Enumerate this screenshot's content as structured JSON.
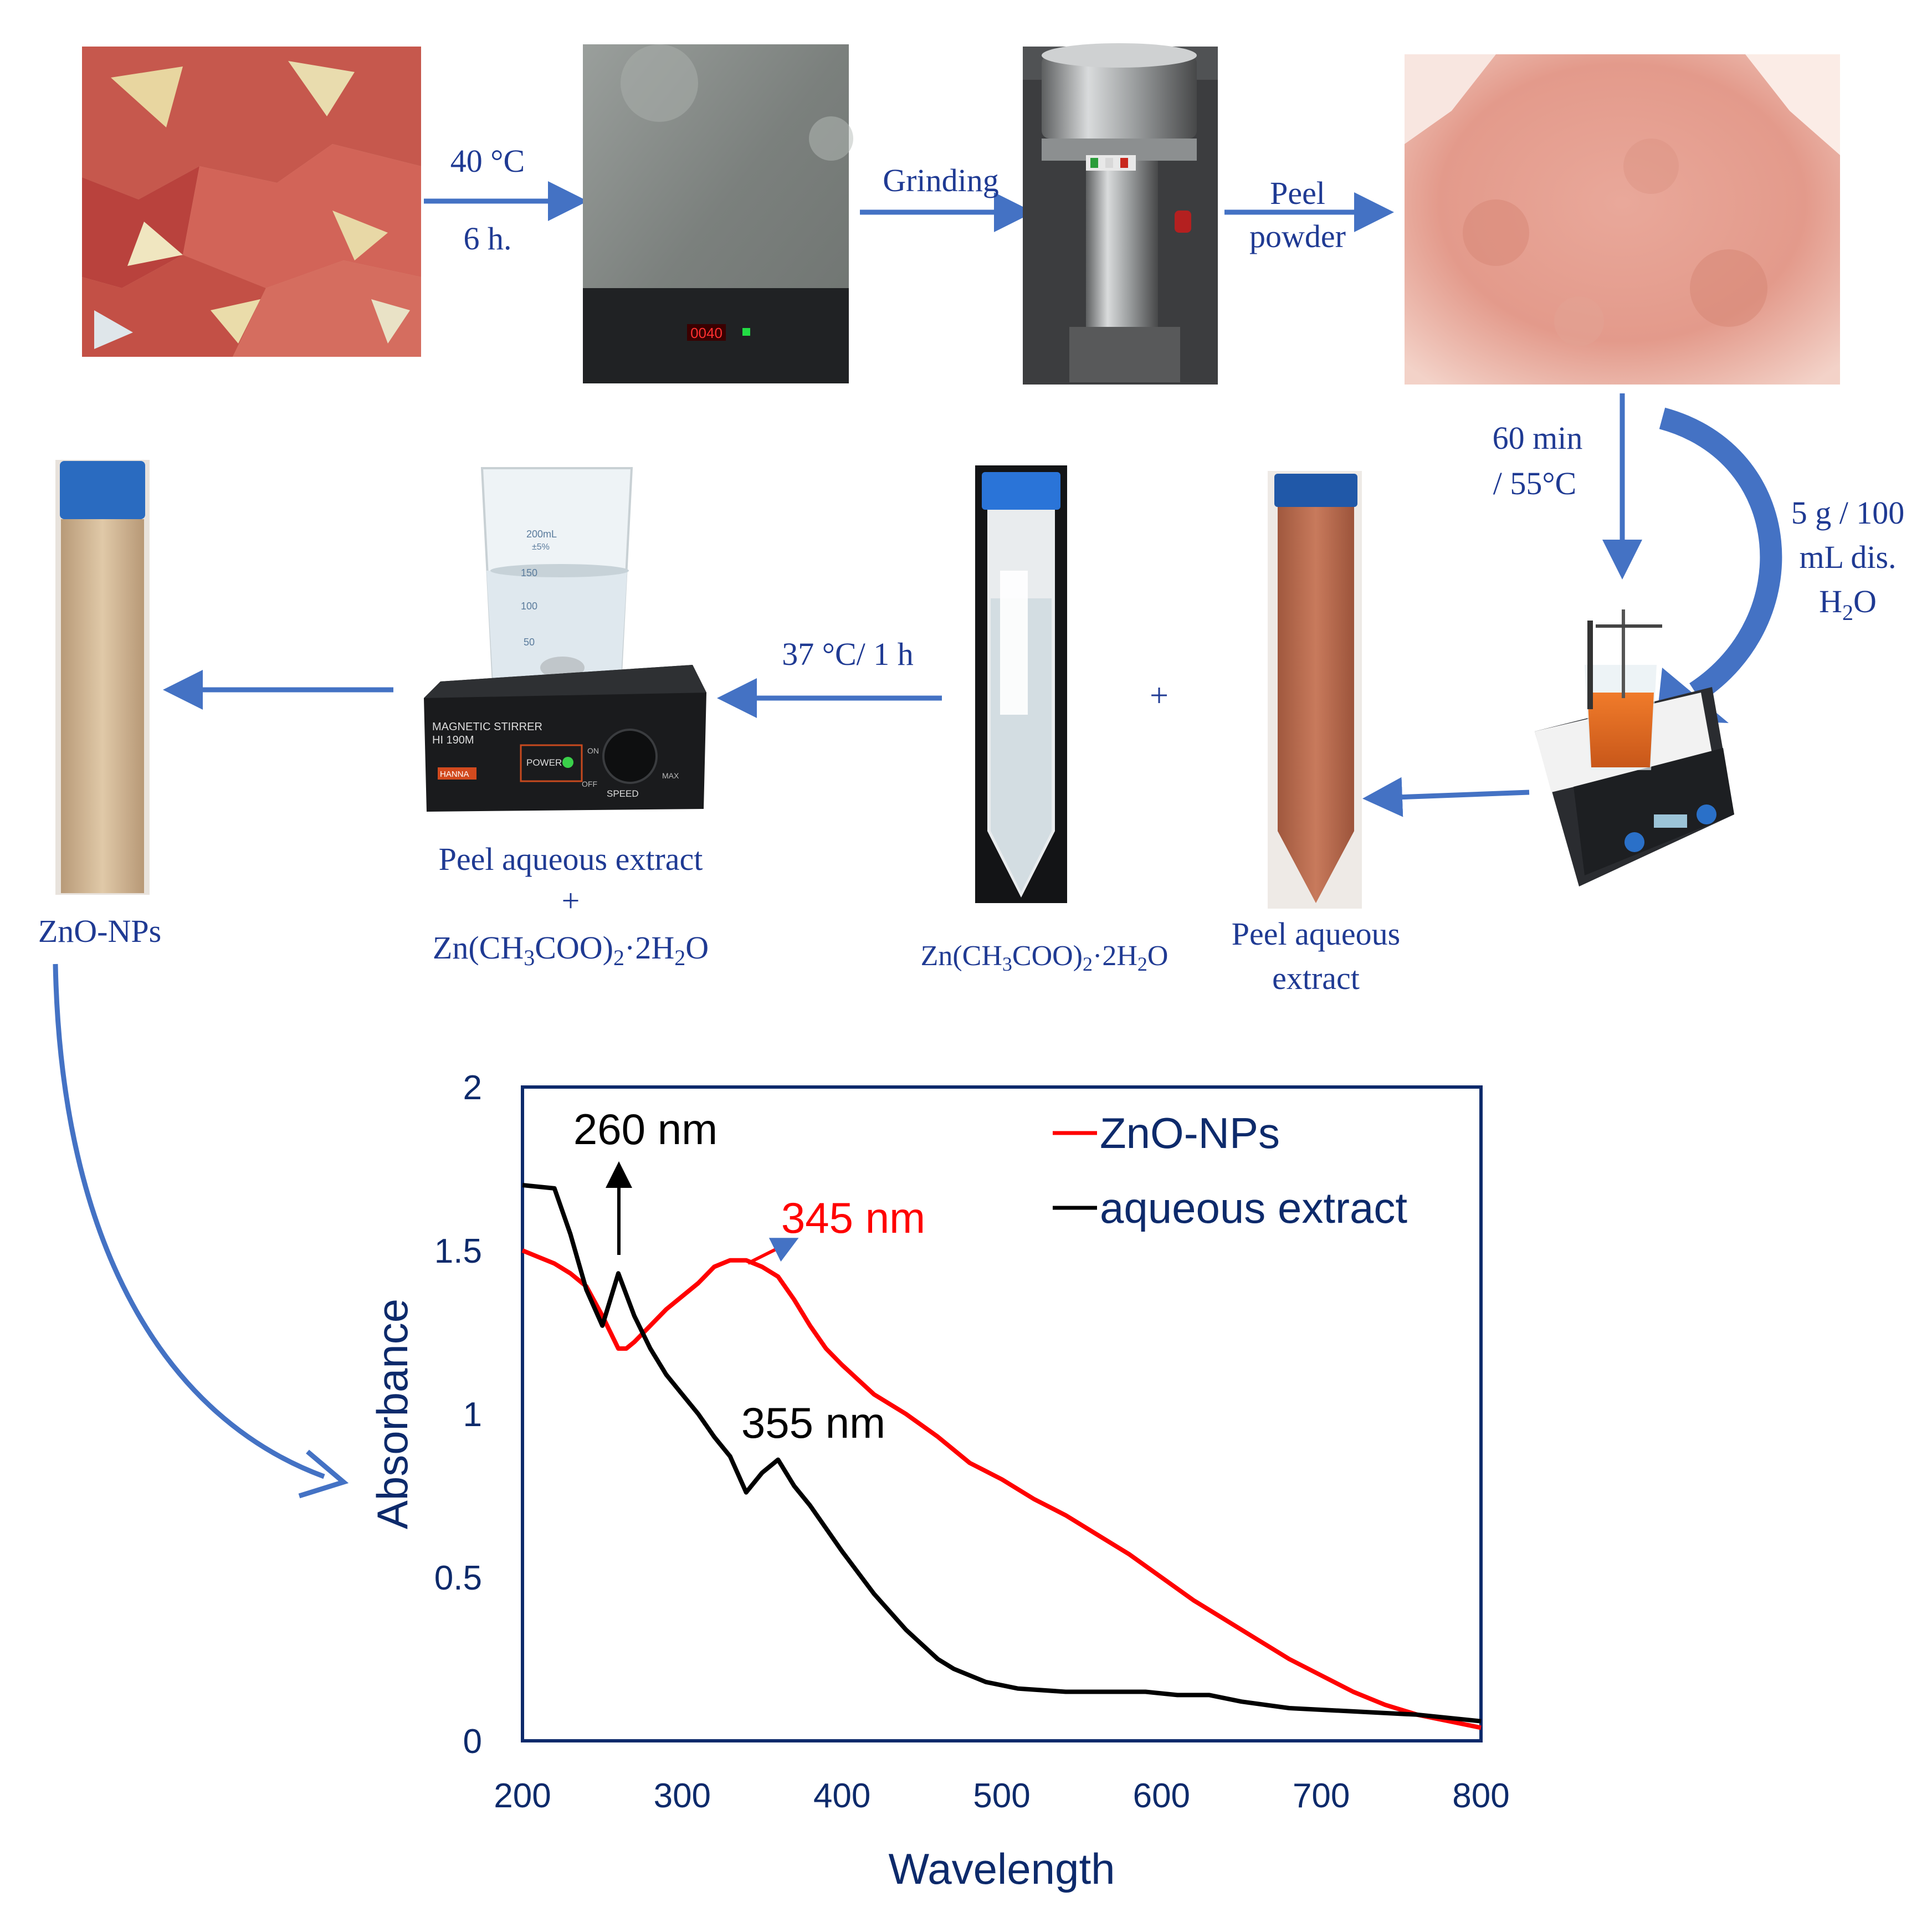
{
  "colors": {
    "arrow": "#4472C4",
    "label": "#1F3A93",
    "axis": "#0D2A6B",
    "zno": "#FF0000",
    "extract": "#000000"
  },
  "photos": {
    "peels": "pomegranate-peels-photo",
    "oven": "drying-oven-photo",
    "grinder": "grinder-photo",
    "powder": "peel-powder-photo",
    "hotplate": "hotplate-stirrer-photo",
    "extract_tube": "peel-extract-tube-photo",
    "zinc_tube": "zinc-acetate-tube-photo",
    "magnetic_stirrer": "magnetic-stirrer-photo",
    "zno_tube": "zno-nps-tube-photo"
  },
  "steps": {
    "drying_temp": "40 °C",
    "drying_time": "6 h.",
    "grinding": "Grinding",
    "peel_powder_1": "Peel",
    "peel_powder_2": "powder",
    "heat_time": "60 min",
    "heat_temp": "/ 55°C",
    "ratio_1": "5 g / 100",
    "ratio_2": "mL dis.",
    "ratio_3_base": "H",
    "ratio_3_sub": "2",
    "ratio_3_tail": "O",
    "plus": "+",
    "stir_cond": "37 °C/ 1 h",
    "extract_label_1": "Peel aqueous",
    "extract_label_2": "extract",
    "zinc_label": "Zn(CH3COO)2·2H2O",
    "mix_label_1": "Peel aqueous extract",
    "mix_plus": "+",
    "mix_label_3": "Zn(CH3COO)2·2H2O",
    "zno_label": "ZnO-NPs"
  },
  "photo_text": {
    "stirrer_brand": "MAGNETIC STIRRER",
    "stirrer_model": "HI 190M",
    "stirrer_power": "POWER",
    "stirrer_speed": "SPEED",
    "stirrer_off": "OFF",
    "stirrer_on": "ON",
    "stirrer_max": "MAX",
    "maker": "HANNA",
    "beaker_200": "200mL",
    "beaker_pm": "±5%",
    "beaker_150": "150",
    "beaker_100": "100",
    "beaker_50": "50",
    "oven_display": "0040"
  },
  "chart_data": {
    "type": "line",
    "xlabel": "Wavelength",
    "ylabel": "Absorbance",
    "xlim": [
      200,
      800
    ],
    "ylim": [
      0,
      2
    ],
    "xticks": [
      "200",
      "300",
      "400",
      "500",
      "600",
      "700",
      "800"
    ],
    "yticks": [
      "0",
      "0.5",
      "1",
      "1.5",
      "2"
    ],
    "grid": false,
    "legend_position": "top-right",
    "series": [
      {
        "name": "ZnO-NPs",
        "color": "#FF0000",
        "x": [
          200,
          210,
          220,
          230,
          240,
          250,
          255,
          260,
          265,
          270,
          280,
          290,
          300,
          310,
          320,
          330,
          340,
          350,
          360,
          370,
          380,
          390,
          400,
          420,
          440,
          460,
          480,
          500,
          520,
          540,
          560,
          580,
          600,
          620,
          640,
          660,
          680,
          700,
          720,
          740,
          760,
          780,
          800
        ],
        "y": [
          1.5,
          1.48,
          1.46,
          1.43,
          1.39,
          1.3,
          1.25,
          1.2,
          1.2,
          1.22,
          1.27,
          1.32,
          1.36,
          1.4,
          1.45,
          1.47,
          1.47,
          1.45,
          1.42,
          1.35,
          1.27,
          1.2,
          1.15,
          1.06,
          1.0,
          0.93,
          0.85,
          0.8,
          0.74,
          0.69,
          0.63,
          0.57,
          0.5,
          0.43,
          0.37,
          0.31,
          0.25,
          0.2,
          0.15,
          0.11,
          0.08,
          0.06,
          0.04
        ]
      },
      {
        "name": "aqueous extract",
        "color": "#000000",
        "x": [
          200,
          220,
          230,
          240,
          250,
          260,
          270,
          280,
          290,
          300,
          310,
          320,
          330,
          340,
          350,
          355,
          360,
          370,
          380,
          400,
          420,
          440,
          460,
          470,
          490,
          510,
          540,
          560,
          590,
          610,
          630,
          650,
          680,
          720,
          760,
          800
        ],
        "y": [
          1.7,
          1.69,
          1.55,
          1.38,
          1.27,
          1.43,
          1.3,
          1.2,
          1.12,
          1.06,
          1.0,
          0.93,
          0.87,
          0.76,
          0.82,
          0.84,
          0.86,
          0.78,
          0.72,
          0.58,
          0.45,
          0.34,
          0.25,
          0.22,
          0.18,
          0.16,
          0.15,
          0.15,
          0.15,
          0.14,
          0.14,
          0.12,
          0.1,
          0.09,
          0.08,
          0.06
        ]
      }
    ],
    "annotations": [
      {
        "text": "260 nm",
        "x": 260,
        "y": 1.43,
        "color": "#000000"
      },
      {
        "text": "345 nm",
        "x": 345,
        "y": 1.47,
        "color": "#FF0000"
      },
      {
        "text": "355 nm",
        "x": 355,
        "y": 0.84,
        "color": "#000000"
      }
    ]
  }
}
